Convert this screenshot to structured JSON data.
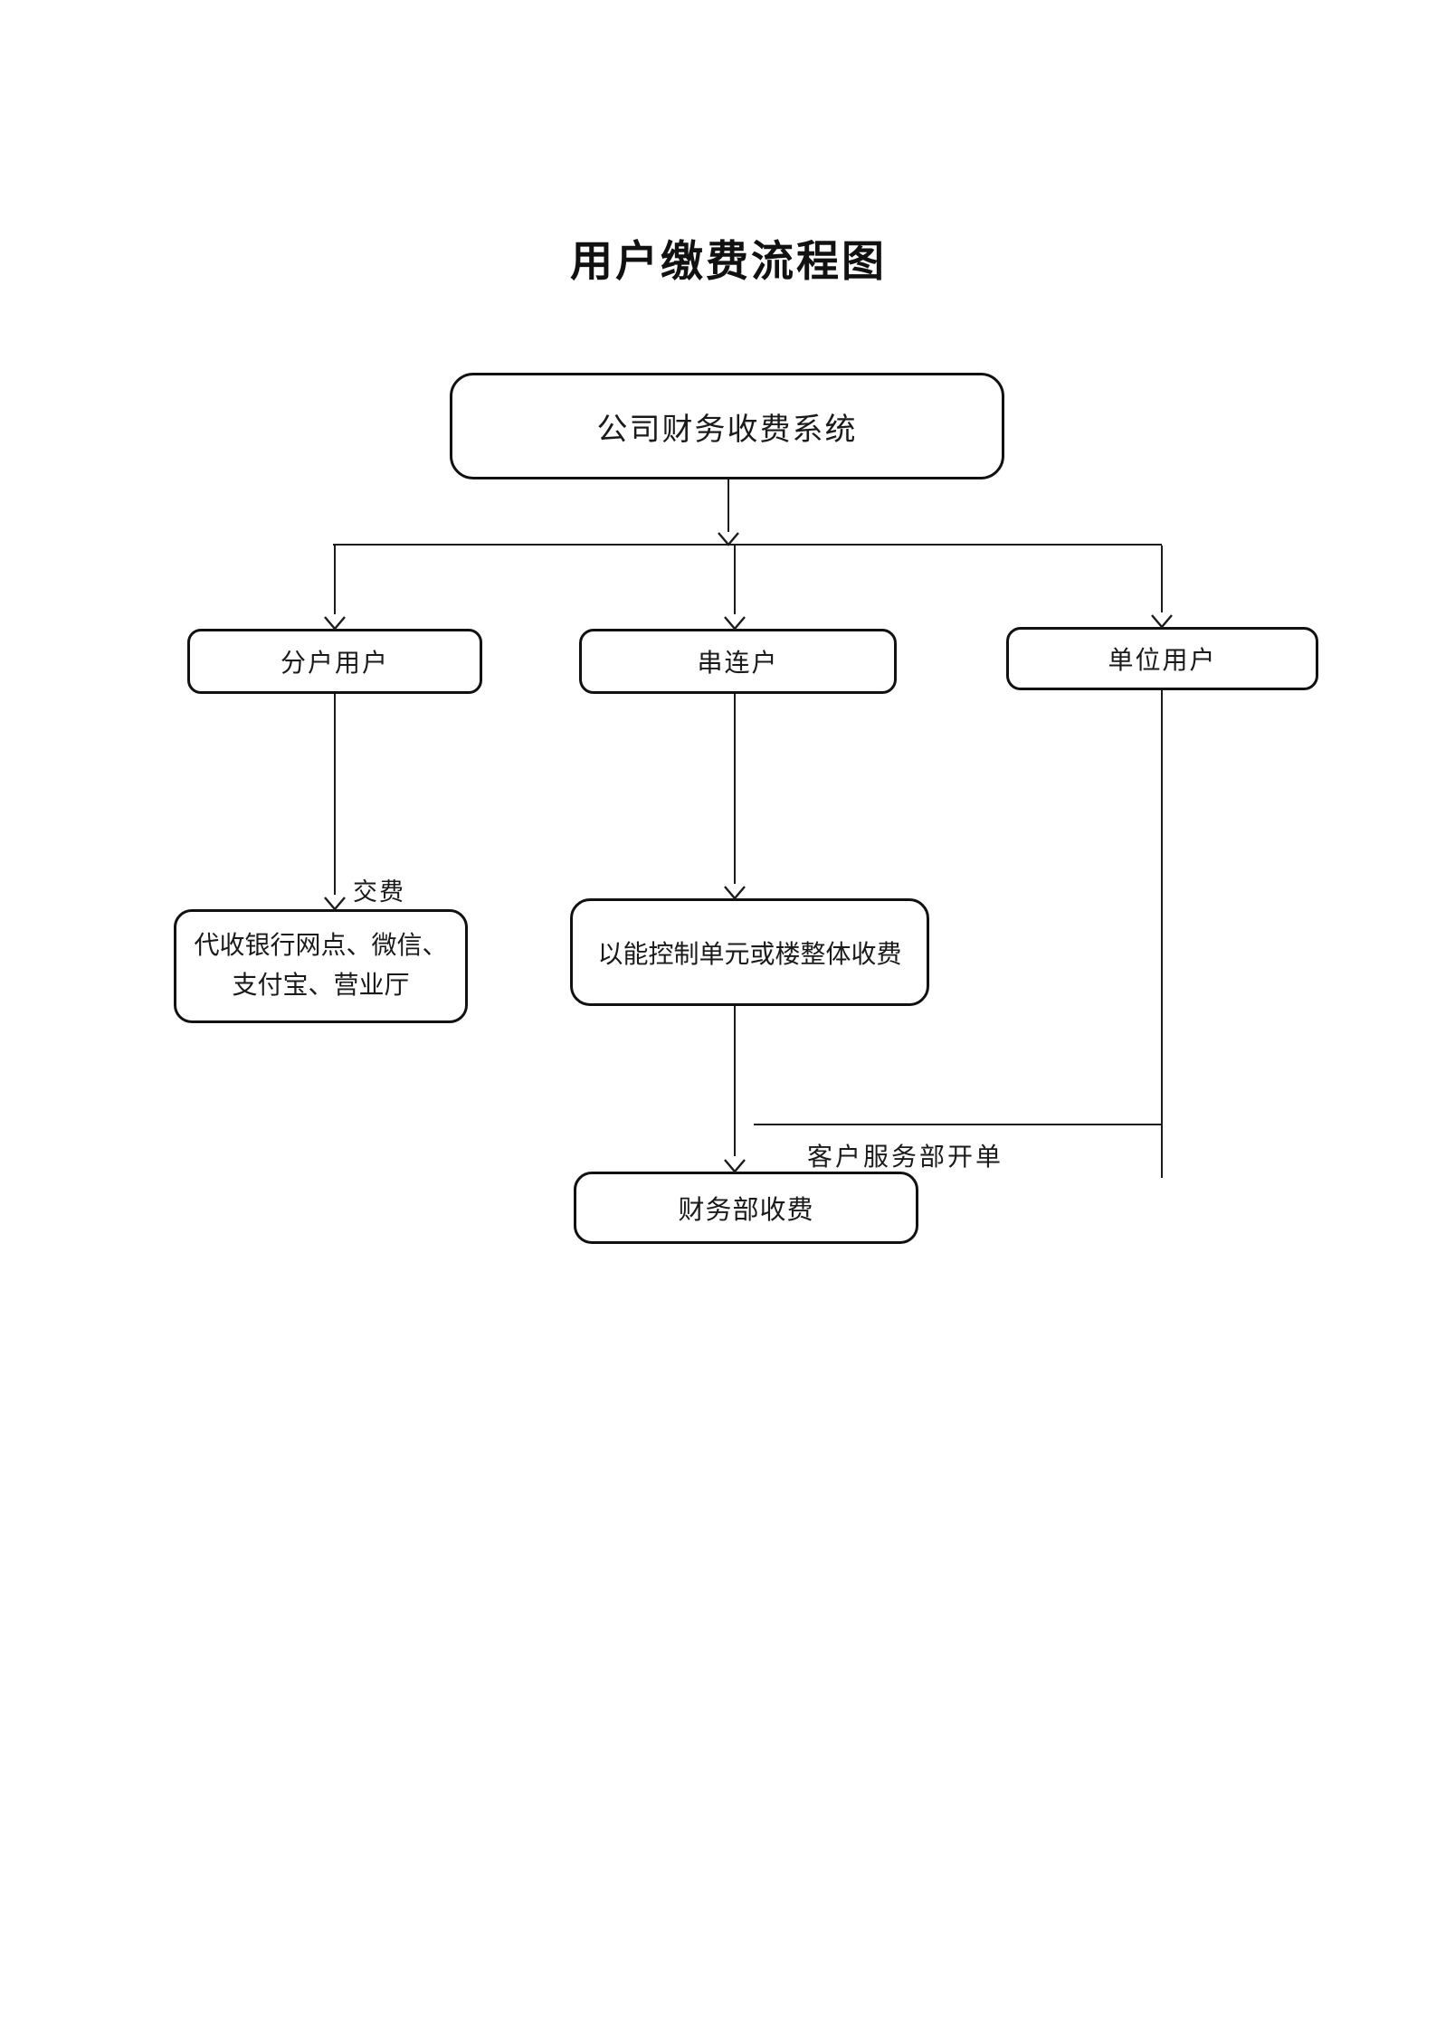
{
  "diagram": {
    "title": "用户缴费流程图",
    "nodes": {
      "system": "公司财务收费系统",
      "split_user": "分户用户",
      "serial_user": "串连户",
      "unit_user": "单位用户",
      "bank_line1": "代收银行网点、微信、",
      "bank_line2": "支付宝、营业厅",
      "building": "以能控制单元或楼整体收费",
      "finance": "财务部收费"
    },
    "edge_labels": {
      "pay": "交费",
      "service_billing": "客户服务部开单"
    },
    "colors": {
      "line": "#1c1c1c",
      "border": "#111111",
      "background": "#ffffff",
      "text": "#1a1a1a"
    }
  }
}
